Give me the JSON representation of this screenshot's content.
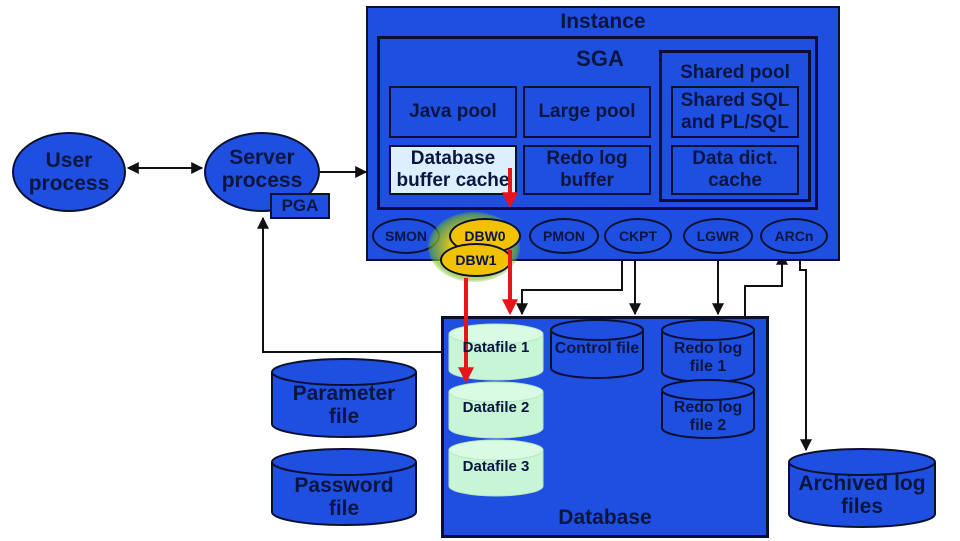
{
  "user_process": "User process",
  "server_process": "Server process",
  "pga": "PGA",
  "instance": {
    "title": "Instance",
    "sga": "SGA",
    "java_pool": "Java pool",
    "large_pool": "Large pool",
    "db_buffer_cache": "Database buffer cache",
    "redo_log_buffer": "Redo log buffer",
    "shared_pool": "Shared pool",
    "shared_sql": "Shared SQL and PL/SQL",
    "data_dict_cache": "Data dict. cache",
    "processes": [
      "SMON",
      "DBW0",
      "PMON",
      "CKPT",
      "LGWR",
      "ARCn"
    ],
    "dbw1": "DBW1"
  },
  "database": {
    "title": "Database",
    "datafiles": [
      "Datafile 1",
      "Datafile 2",
      "Datafile 3"
    ],
    "control_file": "Control file",
    "redo_log_file_1": "Redo log file 1",
    "redo_log_file_2": "Redo log file 2"
  },
  "parameter_file": "Parameter file",
  "password_file": "Password file",
  "archived_log_files": "Archived log files",
  "colors": {
    "blue": "#1f4fe0",
    "dark": "#0a1030",
    "light_blue": "#dcefff",
    "mint": "#c8f5d6",
    "yellow": "#f2c200",
    "red": "#e8141b"
  }
}
